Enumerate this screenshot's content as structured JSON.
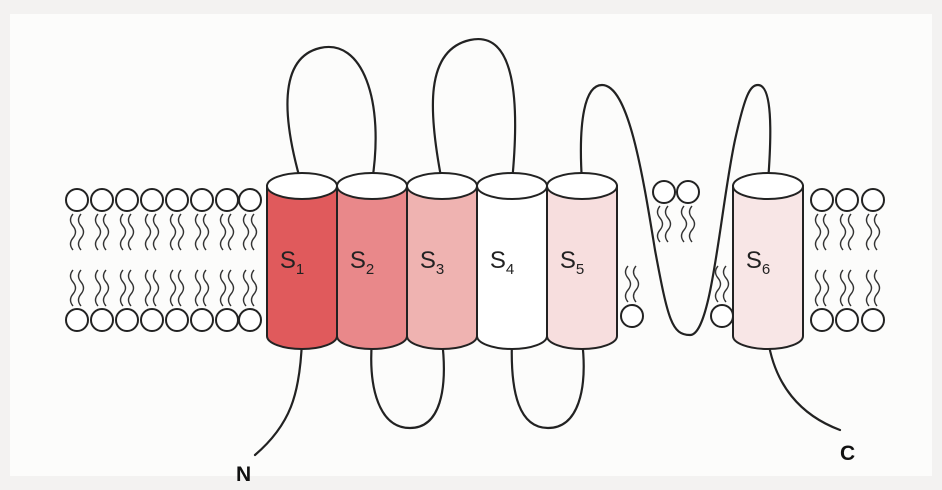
{
  "diagram": {
    "segments": [
      {
        "name": "S",
        "sub": "1",
        "color": "#e05a5c"
      },
      {
        "name": "S",
        "sub": "2",
        "color": "#e9888a"
      },
      {
        "name": "S",
        "sub": "3",
        "color": "#efb3b1"
      },
      {
        "name": "S",
        "sub": "4",
        "color": "#ffffff"
      },
      {
        "name": "S",
        "sub": "5",
        "color": "#f7dede"
      },
      {
        "name": "S",
        "sub": "6",
        "color": "#f8e6e6"
      }
    ],
    "n_terminus": "N",
    "c_terminus": "C"
  }
}
